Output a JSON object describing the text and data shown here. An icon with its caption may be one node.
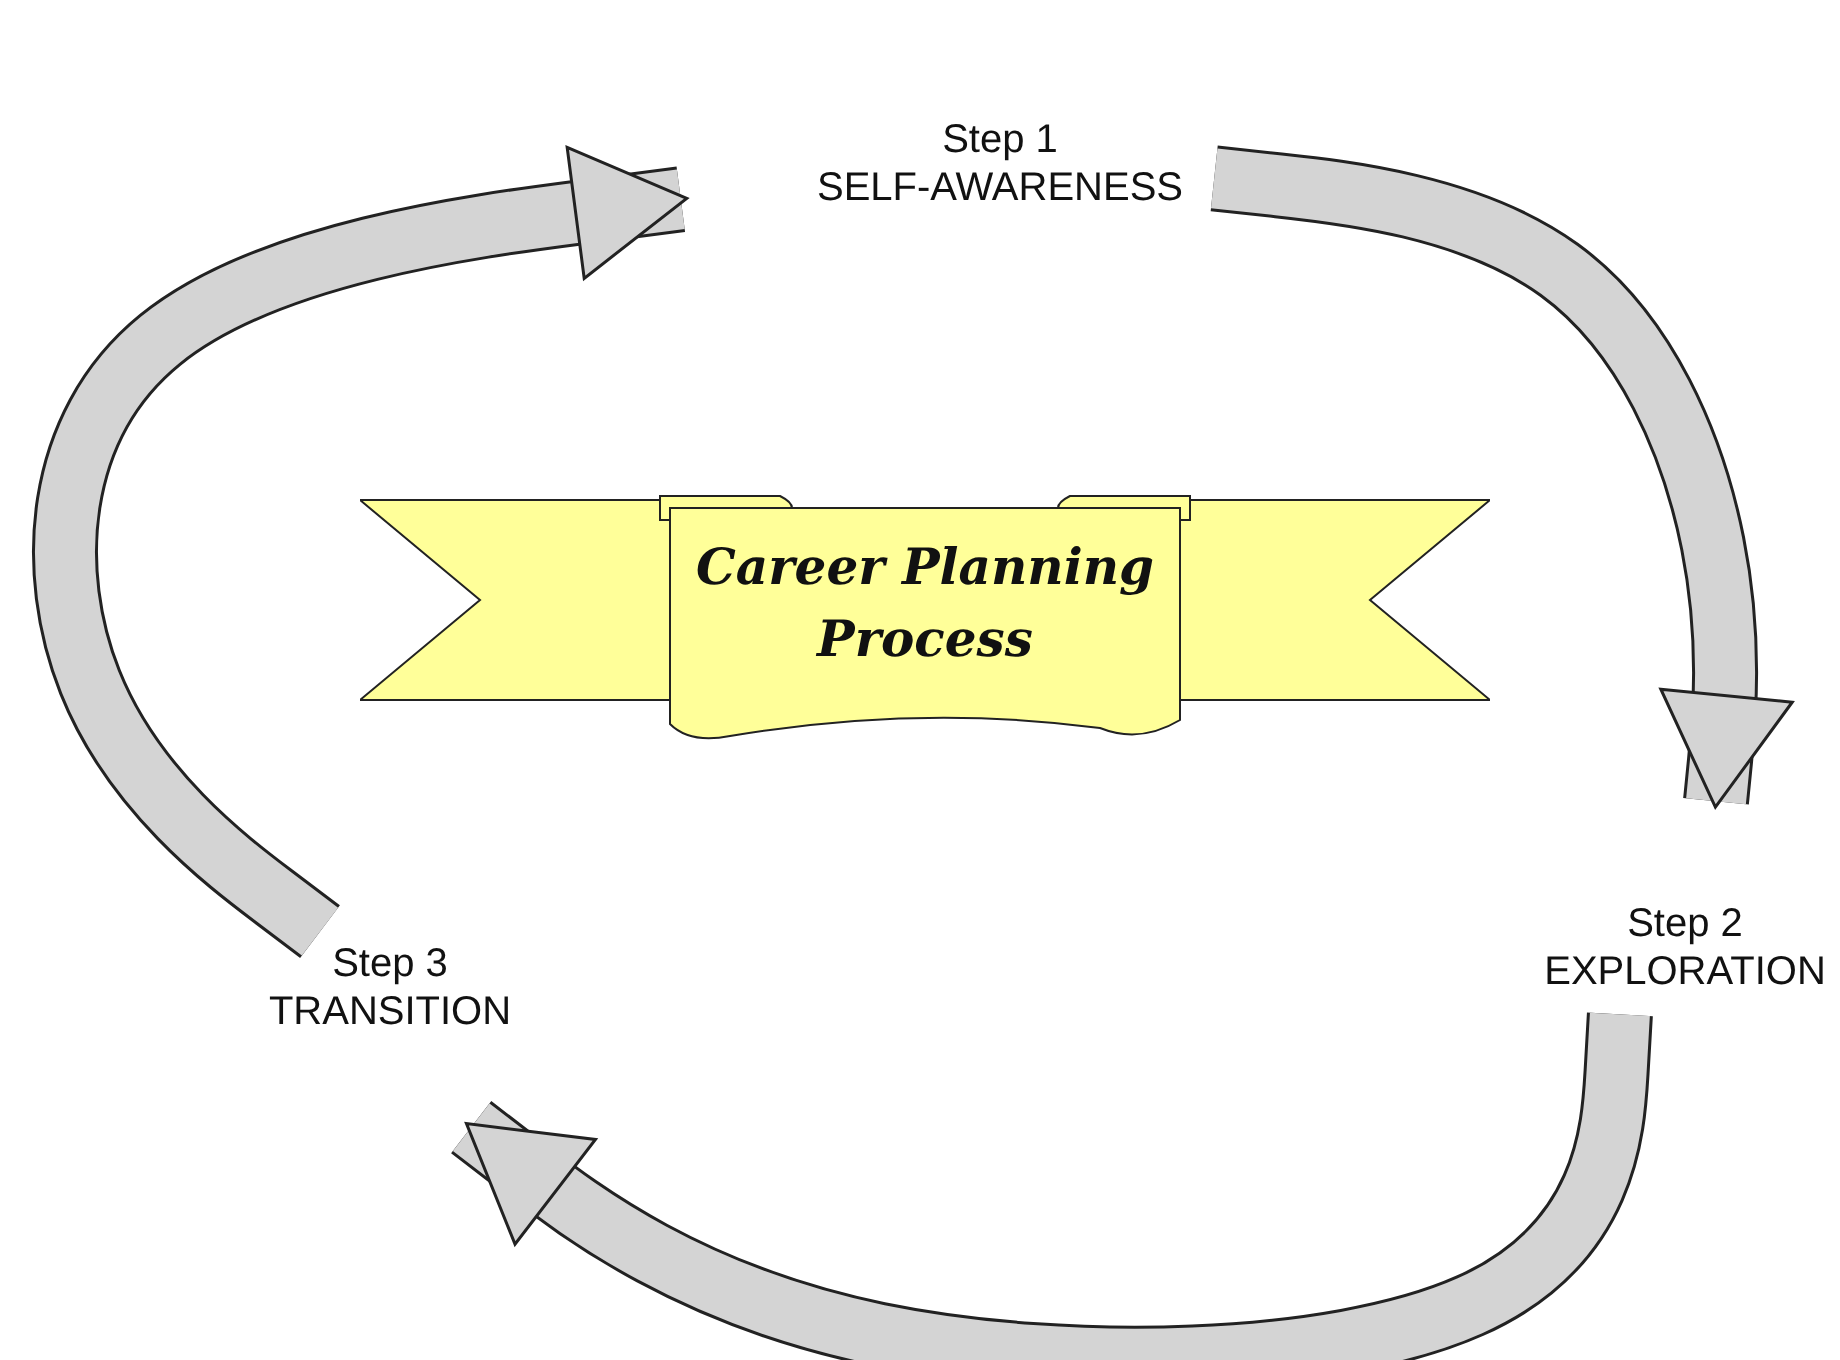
{
  "diagram": {
    "nodes": [
      {
        "text": [
          "Career Planning Process"
        ]
      },
      {
        "text": [
          "Step 1",
          "SELF-AWARENESS"
        ]
      },
      {
        "text": [
          "Step 2",
          "EXPLORATION"
        ]
      },
      {
        "text": [
          "Step 3",
          "TRANSITION"
        ]
      }
    ],
    "edges": [
      {
        "from": 1,
        "to": 2,
        "arrow": "to"
      },
      {
        "from": 2,
        "to": 3,
        "arrow": "to"
      },
      {
        "from": 3,
        "to": 1,
        "arrow": "to"
      }
    ]
  }
}
